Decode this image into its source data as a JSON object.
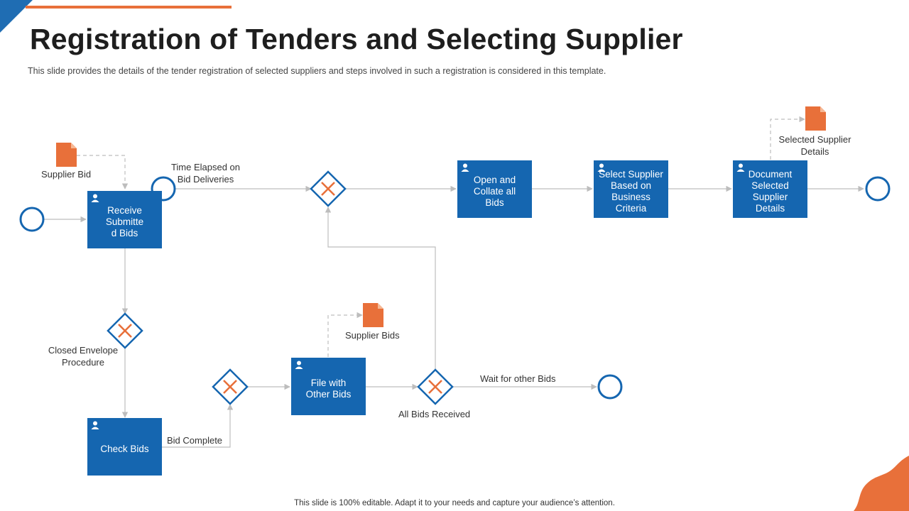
{
  "slide": {
    "title": "Registration of Tenders and Selecting Supplier",
    "subtitle": "This slide provides the details of the tender registration of selected suppliers and steps involved in such a registration is considered in this template.",
    "footer": "This slide is 100% editable. Adapt it to your needs and capture your audience’s attention."
  },
  "colors": {
    "primary": "#1566b0",
    "accent": "#e8703a",
    "line": "#bdbdbd",
    "event_stroke": "#1566b0"
  },
  "tasks": {
    "receive": "Receive Submitte d Bids",
    "check": "Check Bids",
    "file": "File with Other Bids",
    "open": "Open and Collate all Bids",
    "select": "Select Supplier Based on Business Criteria",
    "document": "Document Selected Supplier Details"
  },
  "labels": {
    "supplier_bid": "Supplier Bid",
    "time_elapsed": "Time Elapsed on Bid Deliveries",
    "closed_envelope": "Closed Envelope Procedure",
    "bid_complete": "Bid Complete",
    "supplier_bids": "Supplier Bids",
    "all_bids_received": "All Bids Received",
    "wait_other_bids": "Wait for other Bids",
    "selected_supplier_details": "Selected Supplier Details"
  },
  "icons": {
    "task": "person-icon",
    "gateway": "x-gateway-icon",
    "artifact": "document-icon",
    "event": "circle-event-icon"
  }
}
